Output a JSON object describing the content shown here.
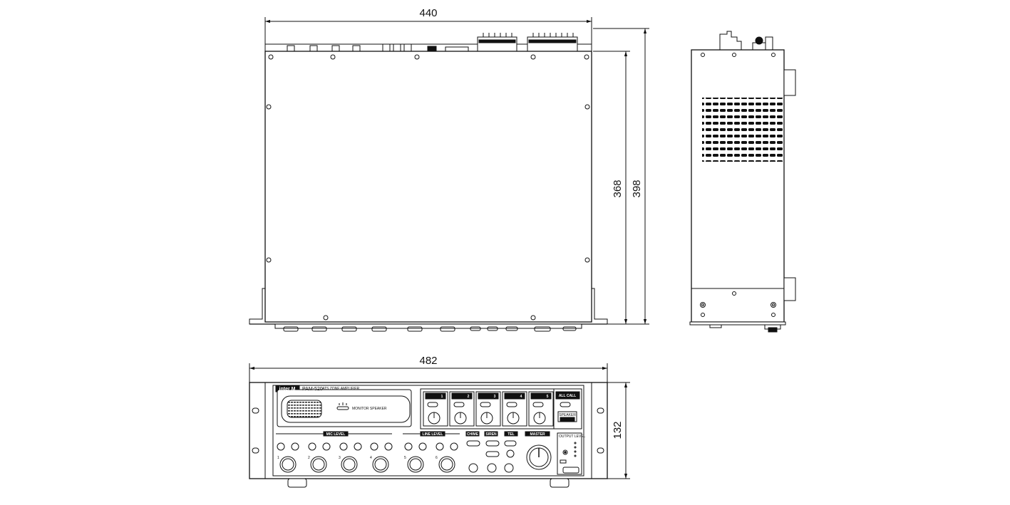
{
  "dimensions": {
    "top_width": "440",
    "depth_inner": "368",
    "depth_outer": "398",
    "front_width": "482",
    "front_height": "132"
  },
  "front_panel": {
    "brand": "inter M",
    "model": "PAM-520",
    "subtitle": "ATS ZONE AMPLIFIER",
    "monitor_label": "MONITOR SPEAKER",
    "mic_section": "MIC LEVEL",
    "line_section": "LINE LEVEL",
    "chime_label": "CHIME",
    "siren_label": "SIREN",
    "tel_label": "TEL",
    "master_label": "MASTER",
    "output_label": "OUTPUT LEVEL",
    "all_call": "ALL CALL",
    "speaker": "SPEAKER",
    "zones": [
      "1",
      "2",
      "3",
      "4",
      "5"
    ],
    "channel_numbers": [
      "1",
      "2",
      "3",
      "4",
      "5",
      "6"
    ]
  }
}
